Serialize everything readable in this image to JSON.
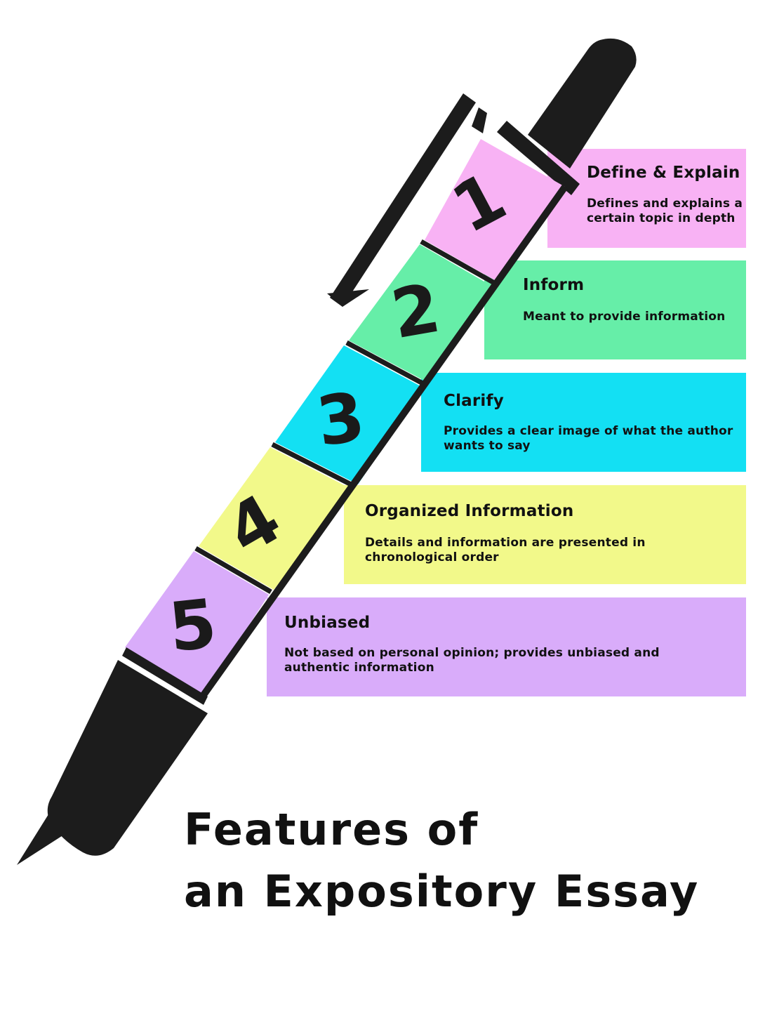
{
  "title": "Features of\nan Expository Essay",
  "colors": {
    "pink": "#f8b2f4",
    "green": "#66eea8",
    "cyan": "#13e0f3",
    "yellow": "#f2f98a",
    "purple": "#d9acfa",
    "pen_black": "#1c1c1c"
  },
  "icons": [
    "pen-icon"
  ],
  "features": [
    {
      "number": "1",
      "title": "Define & Explain",
      "description": "Defines and explains a certain topic in depth"
    },
    {
      "number": "2",
      "title": "Inform",
      "description": "Meant to provide information"
    },
    {
      "number": "3",
      "title": "Clarify",
      "description": "Provides a clear image of what the author wants to say"
    },
    {
      "number": "4",
      "title": "Organized Information",
      "description": "Details and information are presented in chronological order"
    },
    {
      "number": "5",
      "title": "Unbiased",
      "description": "Not based on personal opinion; provides unbiased and authentic information"
    }
  ]
}
